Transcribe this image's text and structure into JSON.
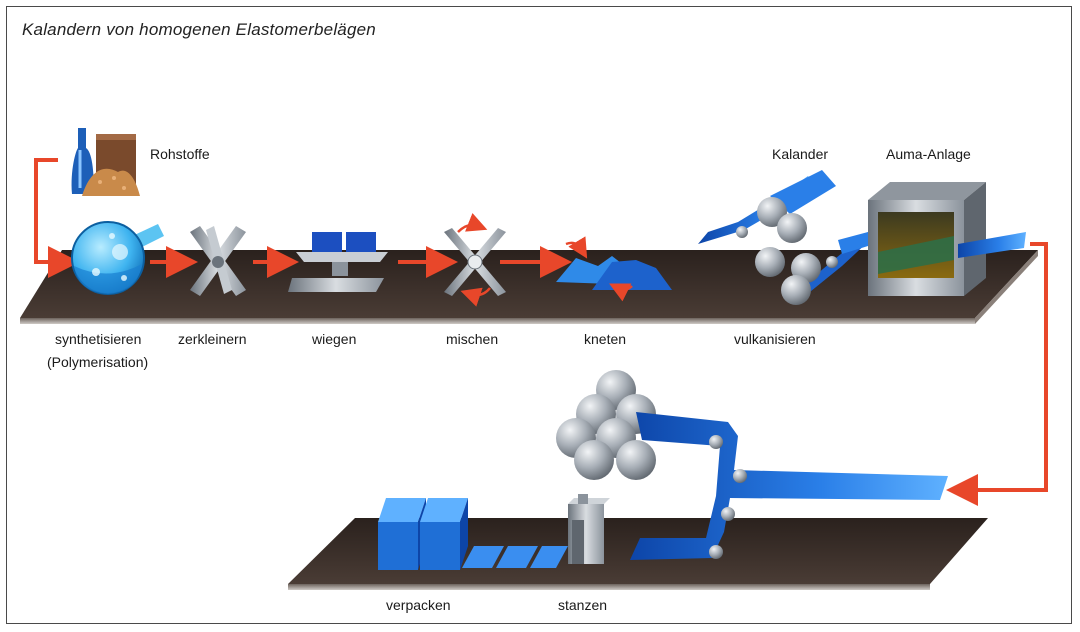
{
  "title": "Kalandern von homogenen Elastomerbelägen",
  "labels": {
    "raw_materials": "Rohstoffe",
    "calender": "Kalander",
    "auma": "Auma-Anlage",
    "synthesize": "synthetisieren",
    "polymerisation": "(Polymerisation)",
    "shred": "zerkleinern",
    "weigh": "wiegen",
    "mix": "mischen",
    "knead": "kneten",
    "vulcanize": "vulkanisieren",
    "pack": "verpacken",
    "punch": "stanzen"
  },
  "colors": {
    "arrow": "#e8472a",
    "belt": "#3b302b",
    "blue": "#1f6fd6",
    "steel": "#9aa3ad"
  }
}
